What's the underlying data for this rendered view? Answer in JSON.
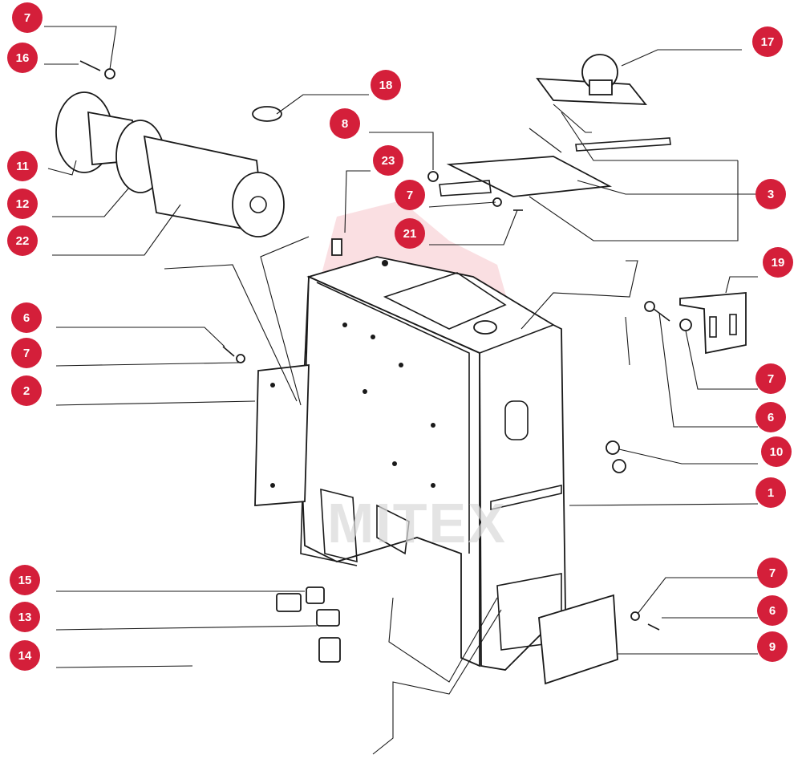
{
  "watermark": {
    "text": "MITEX",
    "color": "#f2a6ae"
  },
  "callout_color": "#d41f3a",
  "callouts": [
    {
      "id": "c7a",
      "label": "7"
    },
    {
      "id": "c16",
      "label": "16"
    },
    {
      "id": "c11",
      "label": "11"
    },
    {
      "id": "c12",
      "label": "12"
    },
    {
      "id": "c22",
      "label": "22"
    },
    {
      "id": "c18",
      "label": "18"
    },
    {
      "id": "c8",
      "label": "8"
    },
    {
      "id": "c23",
      "label": "23"
    },
    {
      "id": "c7b",
      "label": "7"
    },
    {
      "id": "c21",
      "label": "21"
    },
    {
      "id": "c17",
      "label": "17"
    },
    {
      "id": "c3",
      "label": "3"
    },
    {
      "id": "c19",
      "label": "19"
    },
    {
      "id": "c6a",
      "label": "6"
    },
    {
      "id": "c7c",
      "label": "7"
    },
    {
      "id": "c2",
      "label": "2"
    },
    {
      "id": "c7d",
      "label": "7"
    },
    {
      "id": "c6b",
      "label": "6"
    },
    {
      "id": "c10",
      "label": "10"
    },
    {
      "id": "c1",
      "label": "1"
    },
    {
      "id": "c15",
      "label": "15"
    },
    {
      "id": "c13",
      "label": "13"
    },
    {
      "id": "c14",
      "label": "14"
    },
    {
      "id": "c7e",
      "label": "7"
    },
    {
      "id": "c6c",
      "label": "6"
    },
    {
      "id": "c9",
      "label": "9"
    }
  ]
}
